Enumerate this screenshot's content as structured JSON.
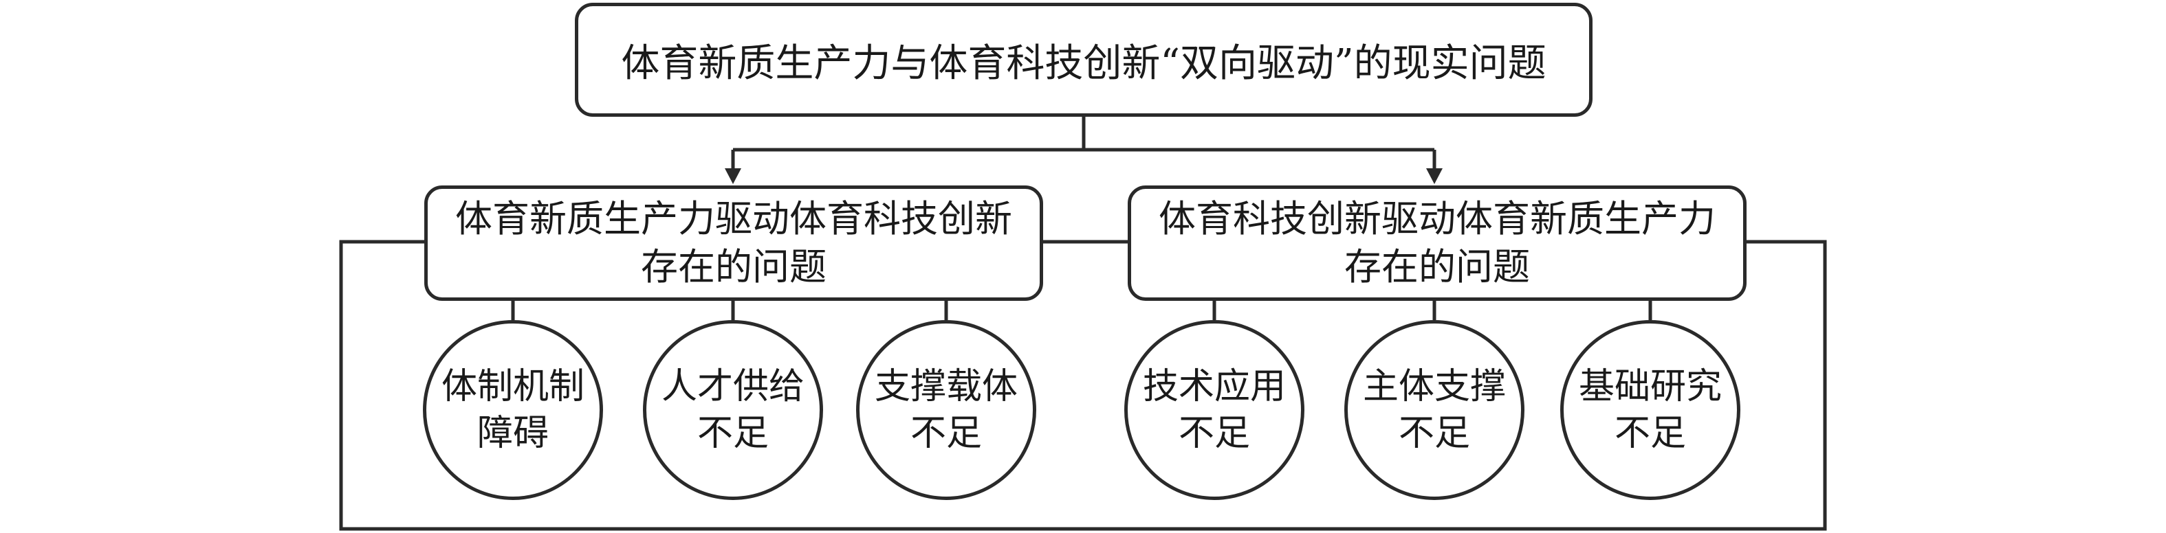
{
  "root": {
    "label": "体育新质生产力与体育科技创新“双向驱动”的现实问题"
  },
  "branches": [
    {
      "title_line1": "体育新质生产力驱动体育科技创新",
      "title_line2": "存在的问题",
      "items": [
        {
          "line1": "体制机制",
          "line2": "障碍"
        },
        {
          "line1": "人才供给",
          "line2": "不足"
        },
        {
          "line1": "支撑载体",
          "line2": "不足"
        }
      ]
    },
    {
      "title_line1": "体育科技创新驱动体育新质生产力",
      "title_line2": "存在的问题",
      "items": [
        {
          "line1": "技术应用",
          "line2": "不足"
        },
        {
          "line1": "主体支撑",
          "line2": "不足"
        },
        {
          "line1": "基础研究",
          "line2": "不足"
        }
      ]
    }
  ],
  "colors": {
    "stroke": "#2a2a2a",
    "fill": "#ffffff",
    "text": "#1a1a1a"
  }
}
